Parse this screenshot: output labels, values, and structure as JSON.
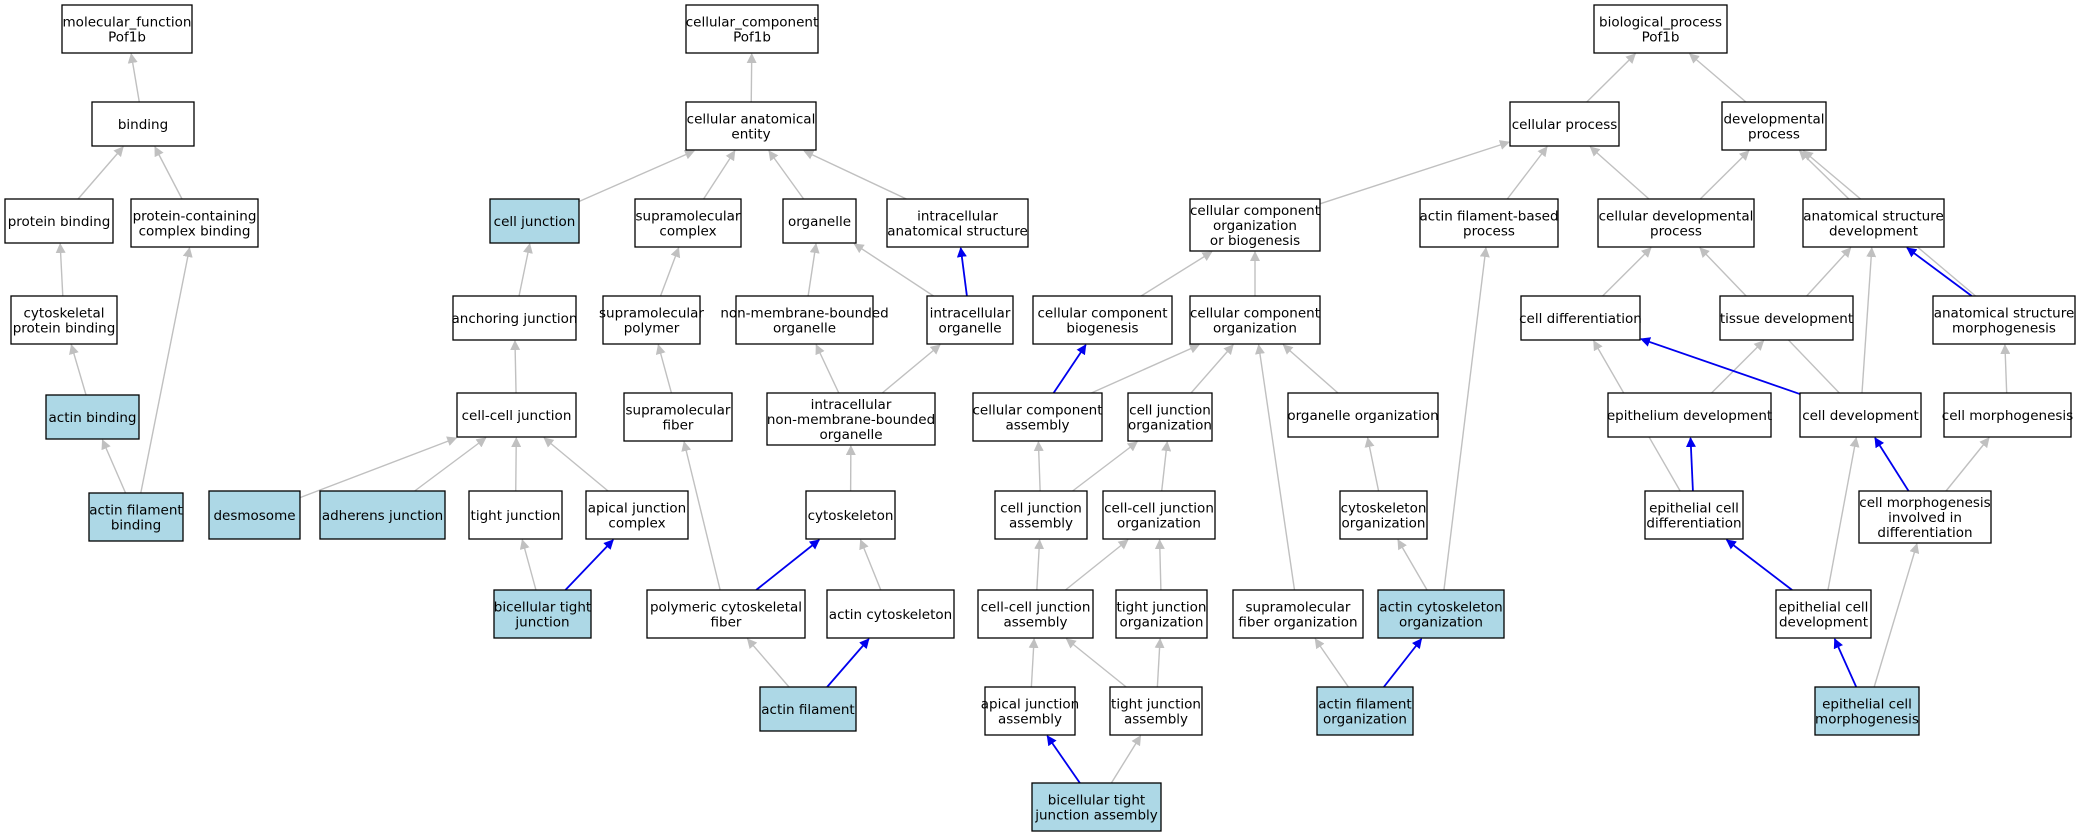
{
  "colors": {
    "highlight": "#add8e6",
    "plain": "#ffffff",
    "edge_gray": "#c0c0c0",
    "edge_blue": "#0000ee"
  },
  "nodes": [
    {
      "id": "mf",
      "lines": [
        "molecular_function",
        "Pof1b"
      ],
      "hl": false
    },
    {
      "id": "binding",
      "lines": [
        "binding"
      ],
      "hl": false
    },
    {
      "id": "protein_binding",
      "lines": [
        "protein binding"
      ],
      "hl": false
    },
    {
      "id": "pc_binding",
      "lines": [
        "protein-containing",
        "complex binding"
      ],
      "hl": false
    },
    {
      "id": "cyto_pb",
      "lines": [
        "cytoskeletal",
        "protein binding"
      ],
      "hl": false
    },
    {
      "id": "actin_binding",
      "lines": [
        "actin binding"
      ],
      "hl": true
    },
    {
      "id": "af_binding",
      "lines": [
        "actin filament",
        "binding"
      ],
      "hl": true
    },
    {
      "id": "cc",
      "lines": [
        "cellular_component",
        "Pof1b"
      ],
      "hl": false
    },
    {
      "id": "cae",
      "lines": [
        "cellular anatomical",
        "entity"
      ],
      "hl": false
    },
    {
      "id": "cell_junction",
      "lines": [
        "cell junction"
      ],
      "hl": true
    },
    {
      "id": "supra_complex",
      "lines": [
        "supramolecular",
        "complex"
      ],
      "hl": false
    },
    {
      "id": "organelle",
      "lines": [
        "organelle"
      ],
      "hl": false
    },
    {
      "id": "ias",
      "lines": [
        "intracellular",
        "anatomical structure"
      ],
      "hl": false
    },
    {
      "id": "anchoring",
      "lines": [
        "anchoring junction"
      ],
      "hl": false
    },
    {
      "id": "supra_polymer",
      "lines": [
        "supramolecular",
        "polymer"
      ],
      "hl": false
    },
    {
      "id": "nmbo",
      "lines": [
        "non-membrane-bounded",
        "organelle"
      ],
      "hl": false
    },
    {
      "id": "intra_org",
      "lines": [
        "intracellular",
        "organelle"
      ],
      "hl": false
    },
    {
      "id": "ccj",
      "lines": [
        "cell-cell junction"
      ],
      "hl": false
    },
    {
      "id": "supra_fiber",
      "lines": [
        "supramolecular",
        "fiber"
      ],
      "hl": false
    },
    {
      "id": "inmbo",
      "lines": [
        "intracellular",
        "non-membrane-bounded",
        "organelle"
      ],
      "hl": false
    },
    {
      "id": "desmosome",
      "lines": [
        "desmosome"
      ],
      "hl": true
    },
    {
      "id": "adherens",
      "lines": [
        "adherens junction"
      ],
      "hl": true
    },
    {
      "id": "tight_j",
      "lines": [
        "tight junction"
      ],
      "hl": false
    },
    {
      "id": "apical_jc",
      "lines": [
        "apical junction",
        "complex"
      ],
      "hl": false
    },
    {
      "id": "cytoskeleton",
      "lines": [
        "cytoskeleton"
      ],
      "hl": false
    },
    {
      "id": "btj",
      "lines": [
        "bicellular tight",
        "junction"
      ],
      "hl": true
    },
    {
      "id": "pcf",
      "lines": [
        "polymeric cytoskeletal",
        "fiber"
      ],
      "hl": false
    },
    {
      "id": "actin_cyto",
      "lines": [
        "actin cytoskeleton"
      ],
      "hl": false
    },
    {
      "id": "actin_fil",
      "lines": [
        "actin filament"
      ],
      "hl": true
    },
    {
      "id": "bp",
      "lines": [
        "biological_process",
        "Pof1b"
      ],
      "hl": false
    },
    {
      "id": "cell_proc",
      "lines": [
        "cellular process"
      ],
      "hl": false
    },
    {
      "id": "dev_proc",
      "lines": [
        "developmental",
        "process"
      ],
      "hl": false
    },
    {
      "id": "ccob",
      "lines": [
        "cellular component",
        "organization",
        "or biogenesis"
      ],
      "hl": false
    },
    {
      "id": "afbp",
      "lines": [
        "actin filament-based",
        "process"
      ],
      "hl": false
    },
    {
      "id": "cdp",
      "lines": [
        "cellular developmental",
        "process"
      ],
      "hl": false
    },
    {
      "id": "asd",
      "lines": [
        "anatomical structure",
        "development"
      ],
      "hl": false
    },
    {
      "id": "ccb",
      "lines": [
        "cellular component",
        "biogenesis"
      ],
      "hl": false
    },
    {
      "id": "cco",
      "lines": [
        "cellular component",
        "organization"
      ],
      "hl": false
    },
    {
      "id": "cell_diff",
      "lines": [
        "cell differentiation"
      ],
      "hl": false
    },
    {
      "id": "tissue_dev",
      "lines": [
        "tissue development"
      ],
      "hl": false
    },
    {
      "id": "asm",
      "lines": [
        "anatomical structure",
        "morphogenesis"
      ],
      "hl": false
    },
    {
      "id": "cca",
      "lines": [
        "cellular component",
        "assembly"
      ],
      "hl": false
    },
    {
      "id": "cjo",
      "lines": [
        "cell junction",
        "organization"
      ],
      "hl": false
    },
    {
      "id": "org_org",
      "lines": [
        "organelle organization"
      ],
      "hl": false
    },
    {
      "id": "epi_dev",
      "lines": [
        "epithelium development"
      ],
      "hl": false
    },
    {
      "id": "cell_dev",
      "lines": [
        "cell development"
      ],
      "hl": false
    },
    {
      "id": "cell_morph",
      "lines": [
        "cell morphogenesis"
      ],
      "hl": false
    },
    {
      "id": "cja",
      "lines": [
        "cell junction",
        "assembly"
      ],
      "hl": false
    },
    {
      "id": "ccjo",
      "lines": [
        "cell-cell junction",
        "organization"
      ],
      "hl": false
    },
    {
      "id": "cyto_org",
      "lines": [
        "cytoskeleton",
        "organization"
      ],
      "hl": false
    },
    {
      "id": "ecd",
      "lines": [
        "epithelial cell",
        "differentiation"
      ],
      "hl": false
    },
    {
      "id": "cmid",
      "lines": [
        "cell morphogenesis",
        "involved in",
        "differentiation"
      ],
      "hl": false
    },
    {
      "id": "ccja",
      "lines": [
        "cell-cell junction",
        "assembly"
      ],
      "hl": false
    },
    {
      "id": "tjo",
      "lines": [
        "tight junction",
        "organization"
      ],
      "hl": false
    },
    {
      "id": "sfo",
      "lines": [
        "supramolecular",
        "fiber organization"
      ],
      "hl": false
    },
    {
      "id": "aco",
      "lines": [
        "actin cytoskeleton",
        "organization"
      ],
      "hl": true
    },
    {
      "id": "ecdev",
      "lines": [
        "epithelial cell",
        "development"
      ],
      "hl": false
    },
    {
      "id": "aja",
      "lines": [
        "apical junction",
        "assembly"
      ],
      "hl": false
    },
    {
      "id": "tja",
      "lines": [
        "tight junction",
        "assembly"
      ],
      "hl": false
    },
    {
      "id": "afo",
      "lines": [
        "actin filament",
        "organization"
      ],
      "hl": true
    },
    {
      "id": "ecm",
      "lines": [
        "epithelial cell",
        "morphogenesis"
      ],
      "hl": true
    },
    {
      "id": "btja",
      "lines": [
        "bicellular tight",
        "junction assembly"
      ],
      "hl": true
    }
  ],
  "edges": [
    [
      "binding",
      "mf",
      "gray"
    ],
    [
      "protein_binding",
      "binding",
      "gray"
    ],
    [
      "pc_binding",
      "binding",
      "gray"
    ],
    [
      "cyto_pb",
      "protein_binding",
      "gray"
    ],
    [
      "actin_binding",
      "cyto_pb",
      "gray"
    ],
    [
      "af_binding",
      "actin_binding",
      "gray"
    ],
    [
      "af_binding",
      "pc_binding",
      "gray"
    ],
    [
      "cae",
      "cc",
      "gray"
    ],
    [
      "cell_junction",
      "cae",
      "gray"
    ],
    [
      "supra_complex",
      "cae",
      "gray"
    ],
    [
      "organelle",
      "cae",
      "gray"
    ],
    [
      "ias",
      "cae",
      "gray"
    ],
    [
      "anchoring",
      "cell_junction",
      "gray"
    ],
    [
      "supra_polymer",
      "supra_complex",
      "gray"
    ],
    [
      "nmbo",
      "organelle",
      "gray"
    ],
    [
      "intra_org",
      "organelle",
      "gray"
    ],
    [
      "intra_org",
      "ias",
      "blue"
    ],
    [
      "ccj",
      "anchoring",
      "gray"
    ],
    [
      "supra_fiber",
      "supra_polymer",
      "gray"
    ],
    [
      "inmbo",
      "nmbo",
      "gray"
    ],
    [
      "inmbo",
      "intra_org",
      "gray"
    ],
    [
      "desmosome",
      "ccj",
      "gray"
    ],
    [
      "adherens",
      "ccj",
      "gray"
    ],
    [
      "tight_j",
      "ccj",
      "gray"
    ],
    [
      "apical_jc",
      "ccj",
      "gray"
    ],
    [
      "cytoskeleton",
      "inmbo",
      "gray"
    ],
    [
      "btj",
      "tight_j",
      "gray"
    ],
    [
      "btj",
      "apical_jc",
      "blue"
    ],
    [
      "pcf",
      "supra_fiber",
      "gray"
    ],
    [
      "pcf",
      "cytoskeleton",
      "blue"
    ],
    [
      "actin_cyto",
      "cytoskeleton",
      "gray"
    ],
    [
      "actin_fil",
      "pcf",
      "gray"
    ],
    [
      "actin_fil",
      "actin_cyto",
      "blue"
    ],
    [
      "cell_proc",
      "bp",
      "gray"
    ],
    [
      "dev_proc",
      "bp",
      "gray"
    ],
    [
      "ccob",
      "cell_proc",
      "gray"
    ],
    [
      "afbp",
      "cell_proc",
      "gray"
    ],
    [
      "cdp",
      "cell_proc",
      "gray"
    ],
    [
      "cdp",
      "dev_proc",
      "gray"
    ],
    [
      "asd",
      "dev_proc",
      "gray"
    ],
    [
      "asm",
      "dev_proc",
      "gray"
    ],
    [
      "ccb",
      "ccob",
      "gray"
    ],
    [
      "cco",
      "ccob",
      "gray"
    ],
    [
      "cell_diff",
      "cdp",
      "gray"
    ],
    [
      "tissue_dev",
      "asd",
      "gray"
    ],
    [
      "asm",
      "asd",
      "blue"
    ],
    [
      "cca",
      "ccb",
      "blue"
    ],
    [
      "cca",
      "cco",
      "gray"
    ],
    [
      "cjo",
      "cco",
      "gray"
    ],
    [
      "org_org",
      "cco",
      "gray"
    ],
    [
      "sfo",
      "cco",
      "gray"
    ],
    [
      "epi_dev",
      "tissue_dev",
      "gray"
    ],
    [
      "cell_dev",
      "cell_diff",
      "blue"
    ],
    [
      "cell_dev",
      "cdp",
      "gray"
    ],
    [
      "cell_dev",
      "asd",
      "gray"
    ],
    [
      "cell_morph",
      "asm",
      "gray"
    ],
    [
      "cja",
      "cca",
      "gray"
    ],
    [
      "cja",
      "cjo",
      "gray"
    ],
    [
      "ccjo",
      "cjo",
      "gray"
    ],
    [
      "cyto_org",
      "org_org",
      "gray"
    ],
    [
      "ecd",
      "cell_diff",
      "gray"
    ],
    [
      "ecd",
      "epi_dev",
      "blue"
    ],
    [
      "cmid",
      "cell_dev",
      "blue"
    ],
    [
      "cmid",
      "cell_morph",
      "gray"
    ],
    [
      "ccja",
      "cja",
      "gray"
    ],
    [
      "ccja",
      "ccjo",
      "gray"
    ],
    [
      "tjo",
      "ccjo",
      "gray"
    ],
    [
      "aco",
      "cyto_org",
      "gray"
    ],
    [
      "aco",
      "afbp",
      "gray"
    ],
    [
      "ecdev",
      "ecd",
      "blue"
    ],
    [
      "ecdev",
      "cell_dev",
      "gray"
    ],
    [
      "aja",
      "ccja",
      "gray"
    ],
    [
      "tja",
      "ccja",
      "gray"
    ],
    [
      "tja",
      "tjo",
      "gray"
    ],
    [
      "afo",
      "sfo",
      "gray"
    ],
    [
      "afo",
      "aco",
      "blue"
    ],
    [
      "ecm",
      "ecdev",
      "blue"
    ],
    [
      "ecm",
      "cmid",
      "gray"
    ],
    [
      "btja",
      "aja",
      "blue"
    ],
    [
      "btja",
      "tja",
      "gray"
    ]
  ]
}
